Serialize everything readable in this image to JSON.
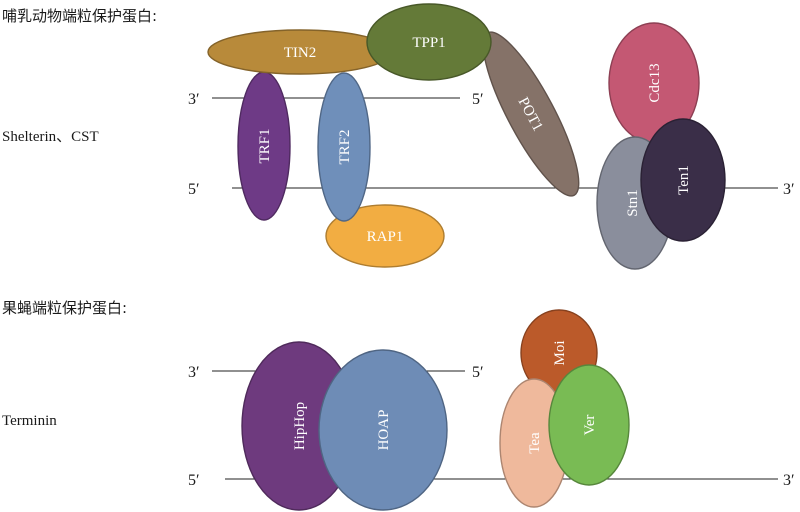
{
  "sections": {
    "mammal_title": "哺乳动物端粒保护蛋白:",
    "mammal_complex": "Shelterin、CST",
    "fly_title": "果蝇端粒保护蛋白:",
    "fly_complex": "Terminin"
  },
  "strand_labels": {
    "three_prime": "3′",
    "five_prime": "5′"
  },
  "proteins": {
    "tin2": "TIN2",
    "tpp1": "TPP1",
    "pot1": "POT1",
    "trf1": "TRF1",
    "trf2": "TRF2",
    "rap1": "RAP1",
    "cdc13": "Cdc13",
    "stn1": "Stn1",
    "ten1": "Ten1",
    "hiphop": "HipHop",
    "hoap": "HOAP",
    "moi": "Moi",
    "tea": "Tea",
    "ver": "Ver"
  },
  "colors": {
    "tin2": "#b88a3a",
    "tpp1": "#647a38",
    "pot1": "#857268",
    "trf1": "#6e3a86",
    "trf2": "#6f8fba",
    "rap1": "#f2ad42",
    "cdc13": "#c45873",
    "stn1": "#8a8e9c",
    "ten1": "#3a2e48",
    "hiphop": "#6e3a7e",
    "hoap": "#6e8cb6",
    "moi": "#bb5a2a",
    "tea": "#efb99c",
    "ver": "#79bb54"
  }
}
